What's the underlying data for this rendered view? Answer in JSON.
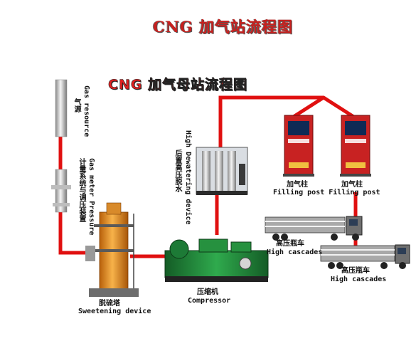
{
  "title_top": "CNG 加气站流程图",
  "title_mid": "CNG 加气母站流程图",
  "labels": {
    "gas_resource_en": "Gas resource",
    "gas_resource_cn": "气源",
    "meter_en": "Gas meter Pressure",
    "meter_cn": "计量系统与调压装置",
    "sweetening_cn": "脱硫塔",
    "sweetening_en": "Sweetening device",
    "dewater_en": "High Dewatering device",
    "dewater_cn": "后置高压脱水",
    "compressor_cn": "压缩机",
    "compressor_en": "Compressor",
    "filling_cn_1": "加气柱",
    "filling_cn_2": "加气柱",
    "filling_en": "Filling post Filling post",
    "cascade_cn_1": "高压瓶车",
    "cascade_en_1": "High cascades",
    "cascade_cn_2": "高压瓶车",
    "cascade_en_2": "High cascades"
  },
  "colors": {
    "pipe": "#e01010",
    "title": "#c8201e",
    "equipment_green": "#1f8a3c",
    "dispenser_red": "#cc2222"
  }
}
